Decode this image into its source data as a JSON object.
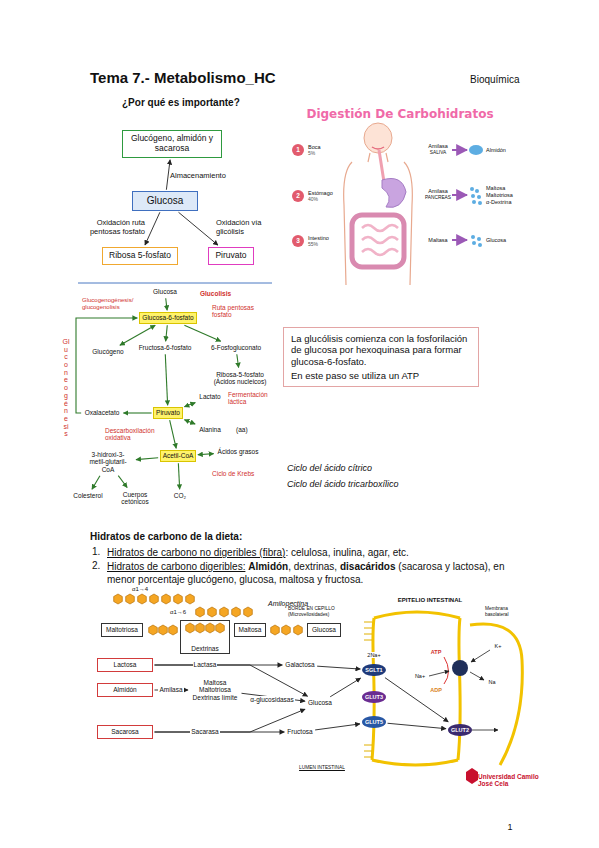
{
  "diagram": {
    "title": "Tema 7.- Metabolismo_HC",
    "nodes": [
      {
        "text": [
          "Glucógeno, almidón y sacarosa"
        ]
      },
      {
        "text": [
          "Glucosa"
        ]
      },
      {
        "text": [
          "Ribosa 5-fosfato"
        ]
      },
      {
        "text": [
          "Piruvato"
        ]
      },
      {
        "text": [
          "Glucosa"
        ]
      },
      {
        "text": [
          "Glucosa-6-fosfato"
        ]
      },
      {
        "text": [
          "Fructosa-6-fosfato"
        ]
      },
      {
        "text": [
          "6-Fosfogluconato"
        ]
      },
      {
        "text": [
          "Glucógeno"
        ]
      },
      {
        "text": [
          "Ribosa-5-fosfato (Ácidos nucleicos)"
        ]
      },
      {
        "text": [
          "Lactato"
        ]
      },
      {
        "text": [
          "Piruvato"
        ]
      },
      {
        "text": [
          "Oxalacetato"
        ]
      },
      {
        "text": [
          "Alanina"
        ]
      },
      {
        "text": [
          "Acetil-CoA"
        ]
      },
      {
        "text": [
          "Ácidos grasos"
        ]
      },
      {
        "text": [
          "3-hidroxi-3-metil-glutaril-CoA"
        ]
      },
      {
        "text": [
          "Colesterol"
        ]
      },
      {
        "text": [
          "Cuerpos cetónicos"
        ]
      },
      {
        "text": [
          "CO₂"
        ]
      },
      {
        "text": [
          "La glucólisis comienza con la fosforilación de glucosa por hexoquinasa para formar glucosa-6-fosfato.",
          "En este paso se utiliza un ATP"
        ]
      },
      {
        "text": [
          "Maltotriosa"
        ]
      },
      {
        "text": [
          "Dextrinas"
        ]
      },
      {
        "text": [
          "Maltosa"
        ]
      },
      {
        "text": [
          "Glucosa"
        ]
      },
      {
        "text": [
          "Lactosa"
        ]
      },
      {
        "text": [
          "Almidón"
        ]
      },
      {
        "text": [
          "Sacarosa"
        ]
      },
      {
        "text": [
          "Galactosa"
        ]
      },
      {
        "text": [
          "Maltosa Maltotriosa Dextrinas límite"
        ]
      },
      {
        "text": [
          "Glucosa"
        ]
      },
      {
        "text": [
          "Fructosa"
        ]
      },
      {
        "text": [
          "SGLT1"
        ]
      },
      {
        "text": [
          "GLUT3"
        ]
      },
      {
        "text": [
          "GLUT5"
        ]
      },
      {
        "text": [
          "GLUT2"
        ]
      }
    ],
    "edges": [
      {
        "from": 1,
        "to": 0,
        "arrow": "to",
        "label": "Almacenamiento"
      },
      {
        "from": 1,
        "to": 2,
        "arrow": "to",
        "label": "Oxidación ruta pentosas fosfato"
      },
      {
        "from": 1,
        "to": 3,
        "arrow": "to",
        "label": "Oxidación vía glicólisis"
      },
      {
        "from": 4,
        "to": 5,
        "arrow": "to"
      },
      {
        "from": 5,
        "to": 6,
        "arrow": "to"
      },
      {
        "from": 5,
        "to": 7,
        "arrow": "to"
      },
      {
        "from": 7,
        "to": 9,
        "arrow": "to"
      },
      {
        "from": 5,
        "to": 8,
        "arrow": "both"
      },
      {
        "from": 6,
        "to": 11,
        "arrow": "to"
      },
      {
        "from": 11,
        "to": 10,
        "arrow": "both"
      },
      {
        "from": 11,
        "to": 13,
        "arrow": "both"
      },
      {
        "from": 11,
        "to": 12,
        "arrow": "to"
      },
      {
        "from": 12,
        "to": 5,
        "arrow": "to"
      },
      {
        "from": 11,
        "to": 14,
        "arrow": "to"
      },
      {
        "from": 14,
        "to": 15,
        "arrow": "both"
      },
      {
        "from": 14,
        "to": 16,
        "arrow": "to"
      },
      {
        "from": 16,
        "to": 17,
        "arrow": "to"
      },
      {
        "from": 16,
        "to": 18,
        "arrow": "to"
      },
      {
        "from": 14,
        "to": 19,
        "arrow": "to"
      },
      {
        "from": 25,
        "to": 28,
        "arrow": "to",
        "label": "Lactasa"
      },
      {
        "from": 25,
        "to": 30,
        "arrow": "to"
      },
      {
        "from": 26,
        "to": 29,
        "arrow": "to",
        "label": "Amilasa"
      },
      {
        "from": 29,
        "to": 30,
        "arrow": "to",
        "label": "α-glucosidasas"
      },
      {
        "from": 27,
        "to": 31,
        "arrow": "to",
        "label": "Sacarasa"
      },
      {
        "from": 27,
        "to": 30,
        "arrow": "to"
      },
      {
        "from": 28,
        "to": 32,
        "arrow": "to"
      },
      {
        "from": 30,
        "to": 32,
        "arrow": "to"
      },
      {
        "from": 31,
        "to": 34,
        "arrow": "to"
      },
      {
        "from": 32,
        "to": 35,
        "arrow": "to"
      },
      {
        "from": 34,
        "to": 35,
        "arrow": "to"
      }
    ],
    "labels": [
      "Bioquímica",
      "¿Por qué es importante?",
      "Digestión De Carbohidratos",
      "1",
      "Boca",
      "5%",
      "2",
      "Estómago",
      "40%",
      "3",
      "Intestino",
      "55%",
      "Amilasa",
      "SALIVA",
      "Almidón",
      "Amilasa",
      "PANCREAS",
      "Maltosa",
      "Maltotriosa",
      "α-Dextrina",
      "Maltasa",
      "Glucosa",
      "Glucolisis",
      "Glucogenogénesis/ glucogenolisis",
      "Ruta pentosas fosfato",
      "Fermentación láctica",
      "(aa)",
      "Descarboxilación oxidativa",
      "Ciclo de Krebs",
      "Gluconeogénesis",
      "Ciclo del ácido cítrico",
      "Ciclo del ácido tricarboxílico",
      "Hidratos de carbono de la dieta:",
      "1.",
      "Hidratos de carbono no digeribles (fibra)",
      ": celulosa, inulina, agar, etc.",
      "2.",
      "Hidratos de carbono digeribles:",
      "Almidón",
      ", dextrinas,",
      "disacáridos",
      "(sacarosa y lactosa), en menor porcentaje glucógeno, glucosa, maltosa y fructosa.",
      "α1→4",
      "α1→6",
      "Amilopectina",
      "EPITELIO INTESTINAL",
      "BORDE EN CEPILLO (Microvellosidades)",
      "2Na+",
      "ATP",
      "ADP",
      "Na+",
      "K+",
      "Na",
      "Membrana basolateral",
      "LUMEN INTESTINAL",
      "Universidad Camilo José Cela",
      "1"
    ]
  }
}
